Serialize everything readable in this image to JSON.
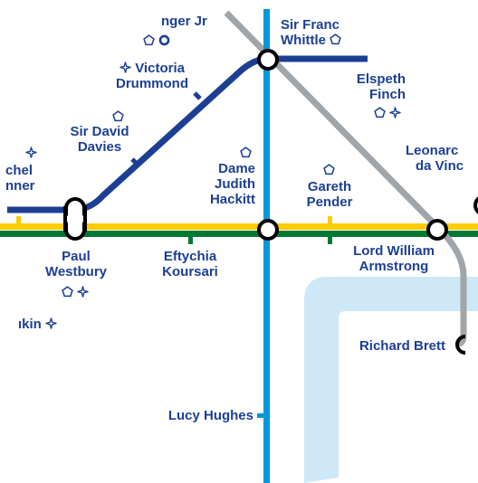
{
  "map": {
    "colors": {
      "background": "#ffffff",
      "river": "#cfe8f7",
      "blue_line": "#1c3f94",
      "light_blue_line": "#0098d8",
      "grey_line": "#a0a5a9",
      "yellow_line": "#ffcc00",
      "green_line": "#007a33",
      "label_text": "#1c3f94",
      "interchange_fill": "#ffffff",
      "interchange_stroke": "#000000"
    },
    "stations": {
      "ranger_jr": "nger Jr",
      "sir_francis_whittle_1": "Sir Franc",
      "sir_francis_whittle_2": "Whittle",
      "victoria_drummond_1": "Victoria",
      "victoria_drummond_2": "Drummond",
      "elspeth_finch_1": "Elspeth",
      "elspeth_finch_2": "Finch",
      "sir_david_davies_1": "Sir David",
      "sir_david_davies_2": "Davies",
      "leonardo_da_vinci_1": "Leonarc",
      "leonardo_da_vinci_2": "da Vinc",
      "rachel_skinner_1": "chel",
      "rachel_skinner_2": "nner",
      "dame_judith_hackitt_1": "Dame",
      "dame_judith_hackitt_2": "Judith",
      "dame_judith_hackitt_3": "Hackitt",
      "gareth_pender_1": "Gareth",
      "gareth_pender_2": "Pender",
      "paul_westbury_1": "Paul",
      "paul_westbury_2": "Westbury",
      "eftychia_koursari_1": "Eftychia",
      "eftychia_koursari_2": "Koursari",
      "lord_william_armstrong_1": "Lord William",
      "lord_william_armstrong_2": "Armstrong",
      "larkin": "ıkin",
      "richard_brett": "Richard Brett",
      "lucy_hughes": "Lucy Hughes"
    },
    "icons": {
      "accessible": "pentagon-accessible-icon",
      "interchange_ring": "ring-icon",
      "cross": "four-point-cross-icon"
    }
  }
}
